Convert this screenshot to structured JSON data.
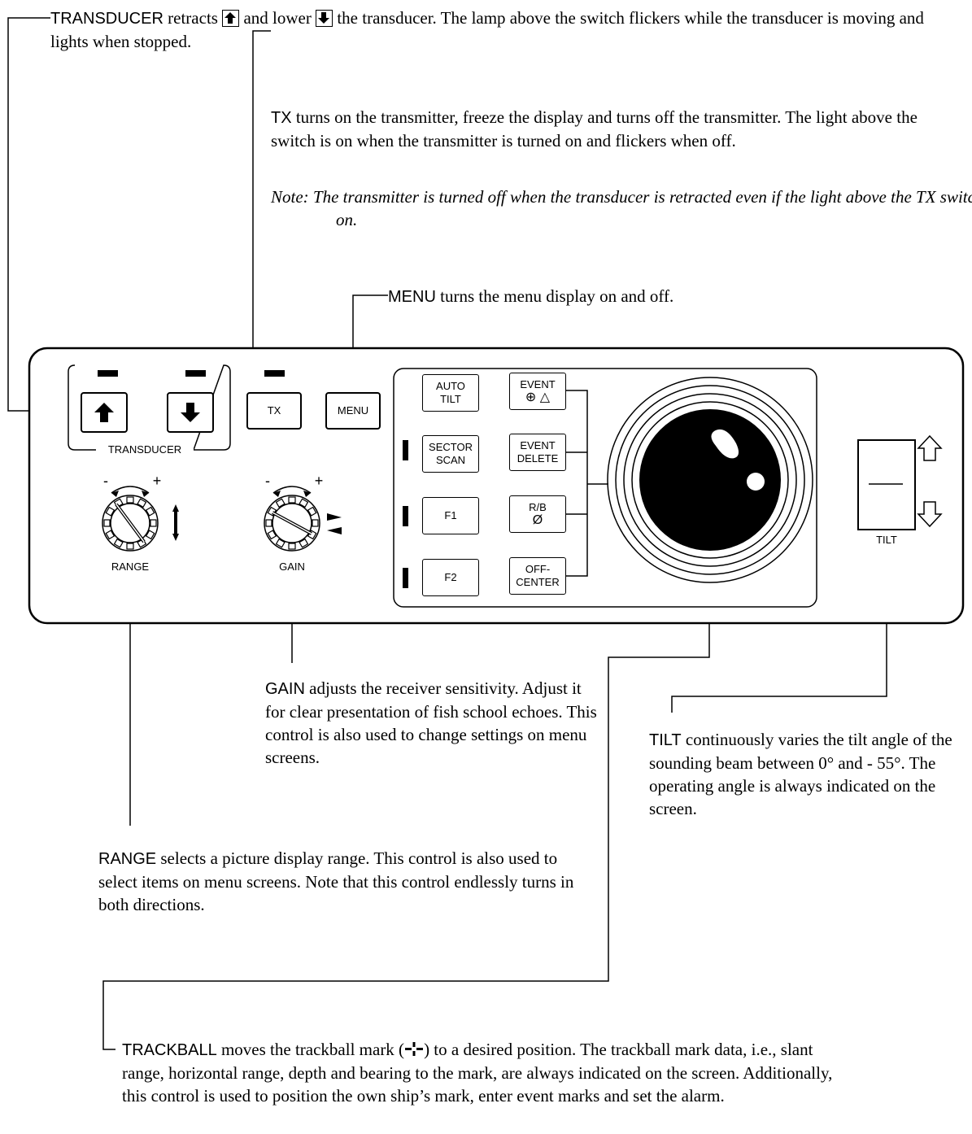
{
  "transducer_desc": {
    "term": "TRANSDUCER",
    "part1": " retracts ",
    "part2": " and lower ",
    "part3": " the transducer. The lamp above the switch flickers while the transducer is moving and lights when stopped."
  },
  "tx_desc": {
    "term": "TX",
    "text": " turns on the transmitter, freeze the display and turns off the transmitter. The light above the switch is on when the transmitter is turned on and flickers when off.",
    "note_label": "Note:",
    "note_text": "The transmitter is turned off when the transducer is retracted even if the light above the TX switch is on."
  },
  "menu_desc": {
    "term": "MENU",
    "text": " turns the menu display on and off."
  },
  "gain_desc": {
    "term": "GAIN",
    "text": " adjusts the receiver sensitivity. Adjust it for clear presentation of fish school echoes. This control is also used to change settings on menu screens."
  },
  "tilt_desc": {
    "term": "TILT",
    "text": " continuously varies the tilt angle of the sounding beam between 0° and - 55°. The operating angle is always indicated on the screen."
  },
  "range_desc": {
    "term": "RANGE",
    "text": " selects a picture display range. This control is also used to select items on menu screens. Note that this control endlessly turns in both directions."
  },
  "trackball_desc": {
    "term": "TRACKBALL",
    "part1": " moves the trackball mark (",
    "part2": ") to a desired position. The trackball mark data, i.e., slant range, horizontal range, depth and bearing to the mark, are always indicated on the screen. Additionally, this control is used to position the own ship’s mark, enter event marks and set the alarm."
  },
  "panel": {
    "transducer_label": "TRANSDUCER",
    "tx_label": "TX",
    "menu_label": "MENU",
    "auto_tilt": [
      "AUTO",
      "TILT"
    ],
    "sector_scan": [
      "SECTOR",
      "SCAN"
    ],
    "f1": "F1",
    "f2": "F2",
    "event": "EVENT",
    "event_symbols": "⊕ △",
    "event_delete": [
      "EVENT",
      "DELETE"
    ],
    "rb": "R/B",
    "rb_symbol": "Ø",
    "off_center": [
      "OFF-",
      "CENTER"
    ],
    "range_label": "RANGE",
    "gain_label": "GAIN",
    "tilt_label": "TILT",
    "knob_minus": "-",
    "knob_plus": "+"
  }
}
